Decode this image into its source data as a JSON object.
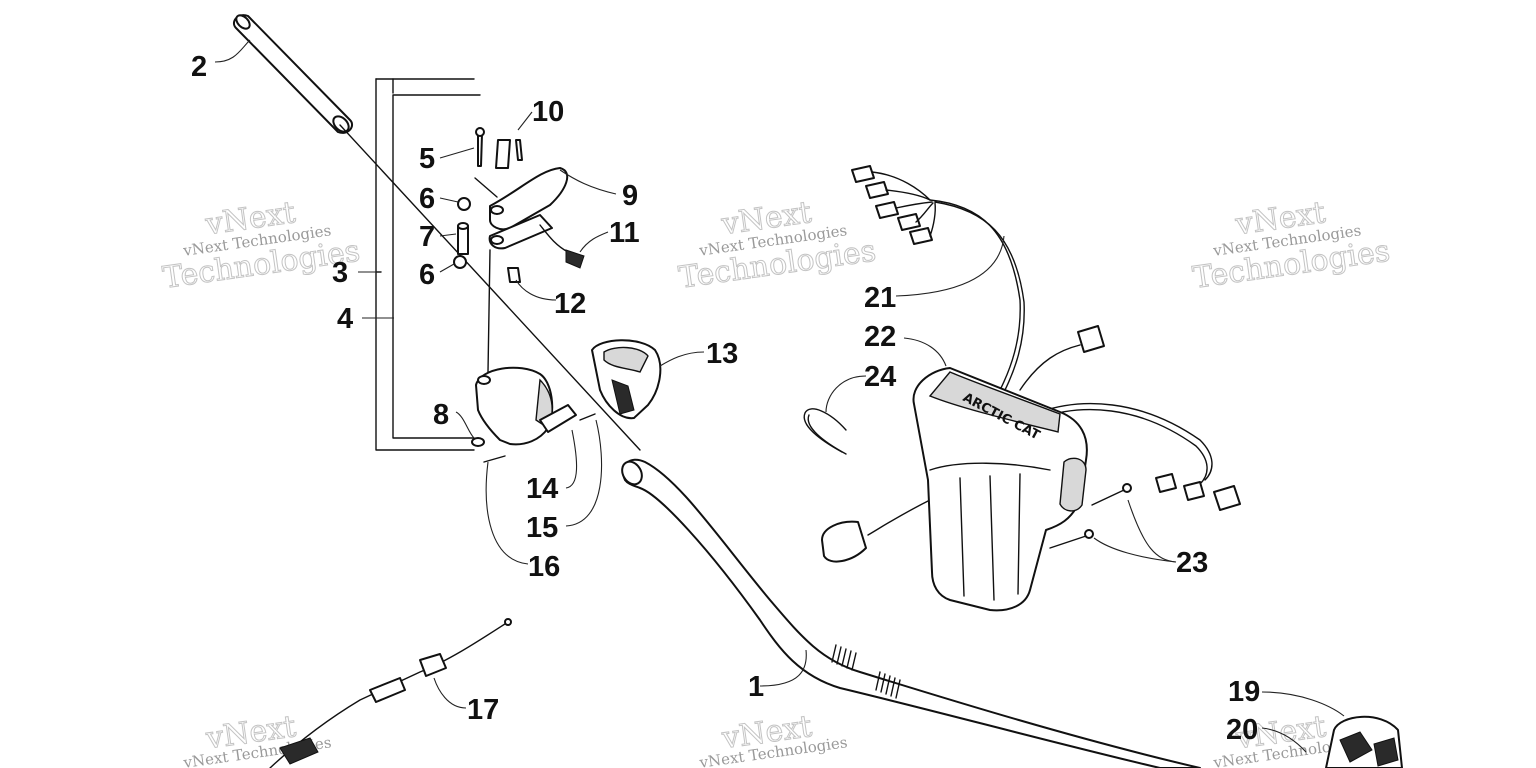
{
  "watermark": {
    "line1": "vNext Technologies",
    "big_top": "vNext",
    "big_bottom": "Technologies"
  },
  "callouts": [
    {
      "id": "1",
      "label": "1"
    },
    {
      "id": "2",
      "label": "2"
    },
    {
      "id": "3",
      "label": "3"
    },
    {
      "id": "4",
      "label": "4"
    },
    {
      "id": "5",
      "label": "5"
    },
    {
      "id": "6a",
      "label": "6"
    },
    {
      "id": "6b",
      "label": "6"
    },
    {
      "id": "7",
      "label": "7"
    },
    {
      "id": "8",
      "label": "8"
    },
    {
      "id": "9",
      "label": "9"
    },
    {
      "id": "10",
      "label": "10"
    },
    {
      "id": "11",
      "label": "11"
    },
    {
      "id": "12",
      "label": "12"
    },
    {
      "id": "13",
      "label": "13"
    },
    {
      "id": "14",
      "label": "14"
    },
    {
      "id": "15",
      "label": "15"
    },
    {
      "id": "16",
      "label": "16"
    },
    {
      "id": "17",
      "label": "17"
    },
    {
      "id": "19",
      "label": "19"
    },
    {
      "id": "20",
      "label": "20"
    },
    {
      "id": "21",
      "label": "21"
    },
    {
      "id": "22",
      "label": "22"
    },
    {
      "id": "23",
      "label": "23"
    },
    {
      "id": "24",
      "label": "24"
    }
  ],
  "logo_text": "ARCTIC CAT"
}
